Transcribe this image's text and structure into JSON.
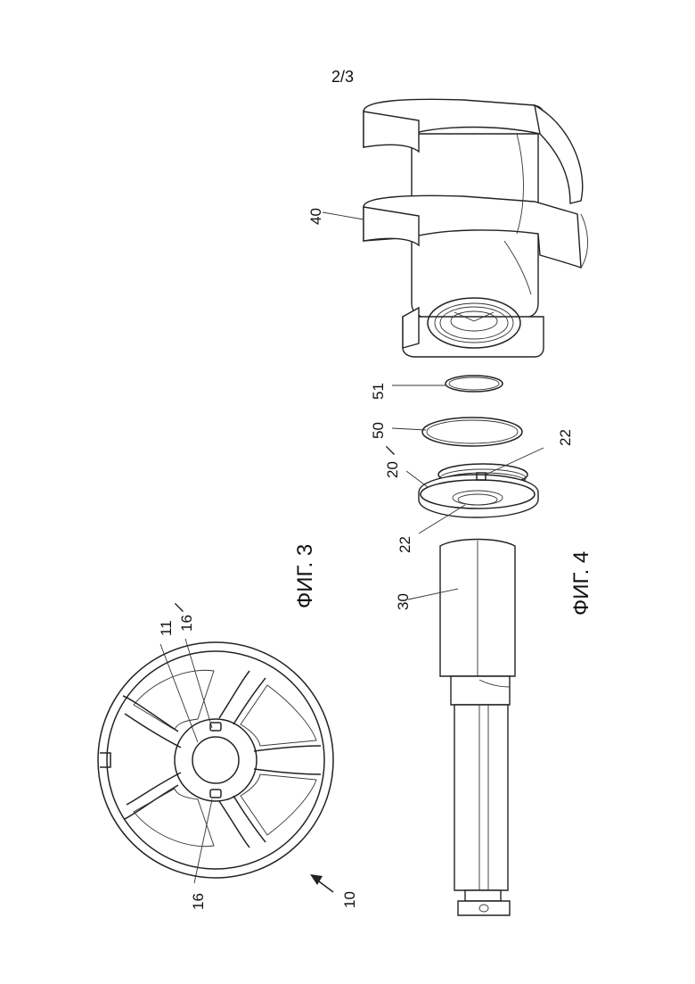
{
  "page_number": "2/3",
  "figure_3": {
    "caption": "ФИГ. 3",
    "labels": {
      "ref_10": "10",
      "ref_11": "11",
      "ref_16": "16",
      "ref_16_prime": "16",
      "prime_mark": "/"
    }
  },
  "figure_4": {
    "caption": "ФИГ. 4",
    "labels": {
      "ref_20_prime": "20",
      "prime_mark": "/",
      "ref_22_left": "22",
      "ref_22_right": "22",
      "ref_30": "30",
      "ref_40": "40",
      "ref_50": "50",
      "ref_51": "51"
    }
  }
}
